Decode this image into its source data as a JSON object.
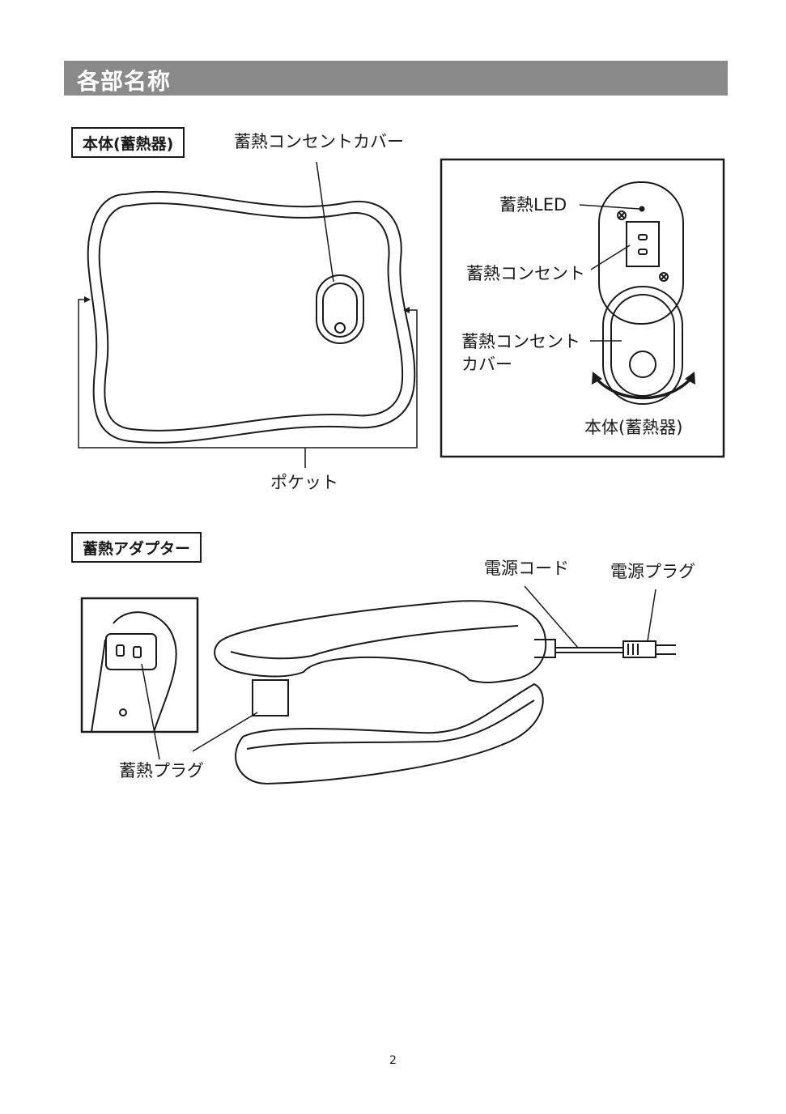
{
  "header": {
    "title": "各部名称"
  },
  "section_body": {
    "label": "本体(蓄熱器)",
    "callout_cover": "蓄熱コンセントカバー",
    "callout_pocket": "ポケット",
    "detail": {
      "led": "蓄熱LED",
      "outlet": "蓄熱コンセント",
      "cover_line1": "蓄熱コンセント",
      "cover_line2": "カバー",
      "body": "本体(蓄熱器)"
    }
  },
  "section_adapter": {
    "label": "蓄熱アダプター",
    "callout_cord": "電源コード",
    "callout_power_plug": "電源プラグ",
    "callout_heat_plug": "蓄熱プラグ"
  },
  "page_number": "2"
}
